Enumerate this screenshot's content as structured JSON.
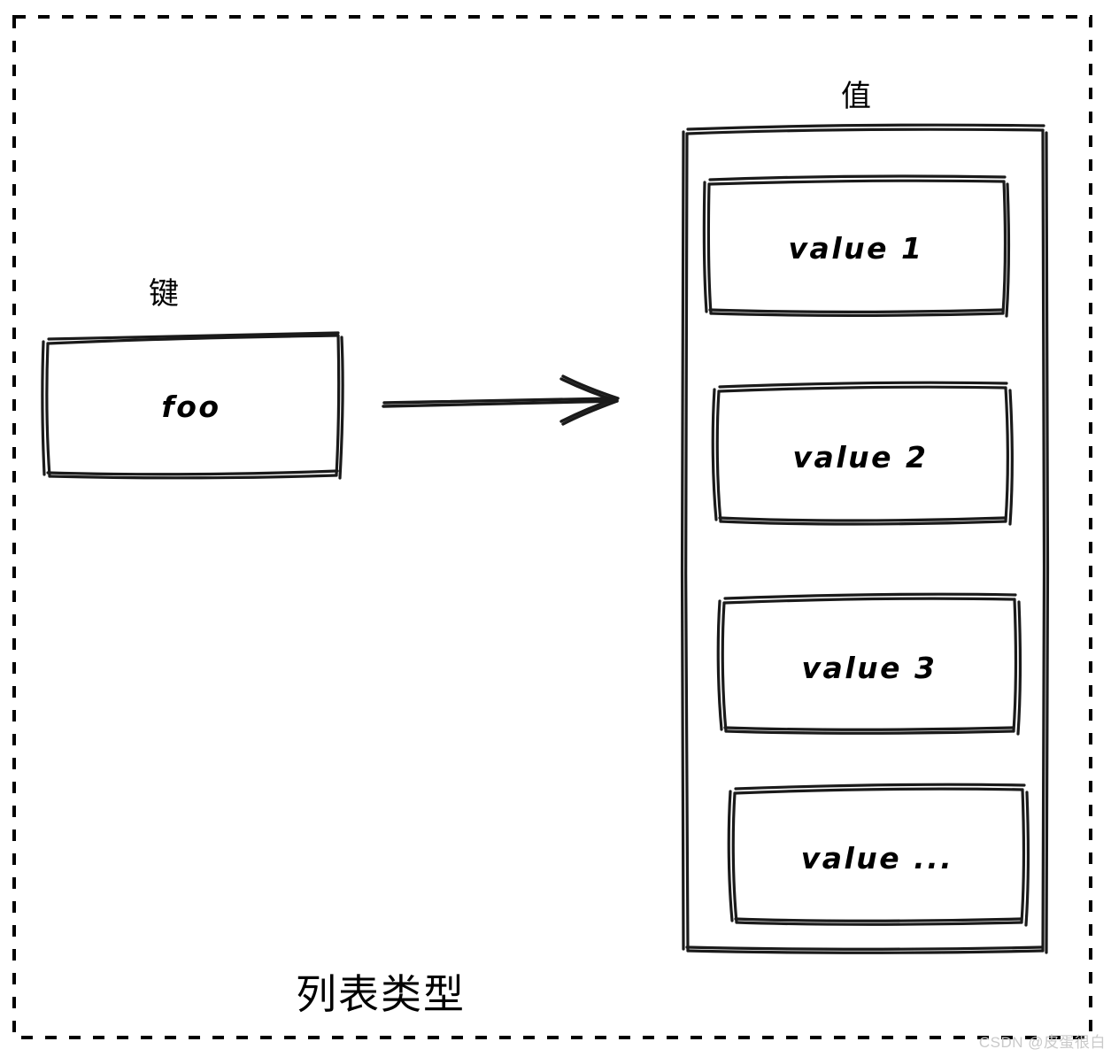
{
  "diagram": {
    "caption": "列表类型",
    "key_label": "键",
    "value_label": "值",
    "key_box_text": "foo",
    "arrow_name": "maps-to-arrow",
    "value_items": [
      {
        "text": "value 1"
      },
      {
        "text": "value 2"
      },
      {
        "text": "value 3"
      },
      {
        "text": "value ..."
      }
    ]
  },
  "watermark": "CSDN @皮蛋很白",
  "colors": {
    "stroke": "#1a1a1a",
    "background": "#ffffff",
    "border_dashed": "#000000",
    "watermark": "#c9c9c9"
  }
}
